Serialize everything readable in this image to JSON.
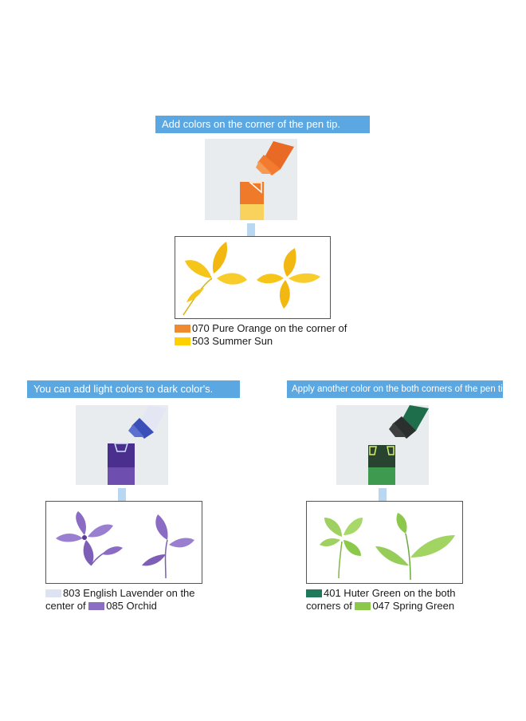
{
  "panels": {
    "top": {
      "title": "Add colors on the corner of the pen tip.",
      "caption_line1": "070 Pure Orange on the corner of",
      "caption_line2": "503 Summer Sun",
      "swatch1": "#f08a2e",
      "swatch2": "#ffd000"
    },
    "left": {
      "title": "You can add light colors to dark color's.",
      "caption_line1": "803 English Lavender on the",
      "caption_line2_prefix": "center of",
      "caption_line2": "085 Orchid",
      "swatch1": "#dde3f3",
      "swatch2": "#8a6fc2"
    },
    "right": {
      "title": "Apply another color on the both corners of the pen tip.",
      "caption_line1": "401 Huter Green on the both",
      "caption_line2_prefix": "corners of",
      "caption_line2": "047 Spring Green",
      "swatch1": "#1f7a5c",
      "swatch2": "#8cc84b"
    }
  },
  "icons": {
    "arrow": "down-arrow-icon",
    "marker": "marker-pen-icon"
  }
}
